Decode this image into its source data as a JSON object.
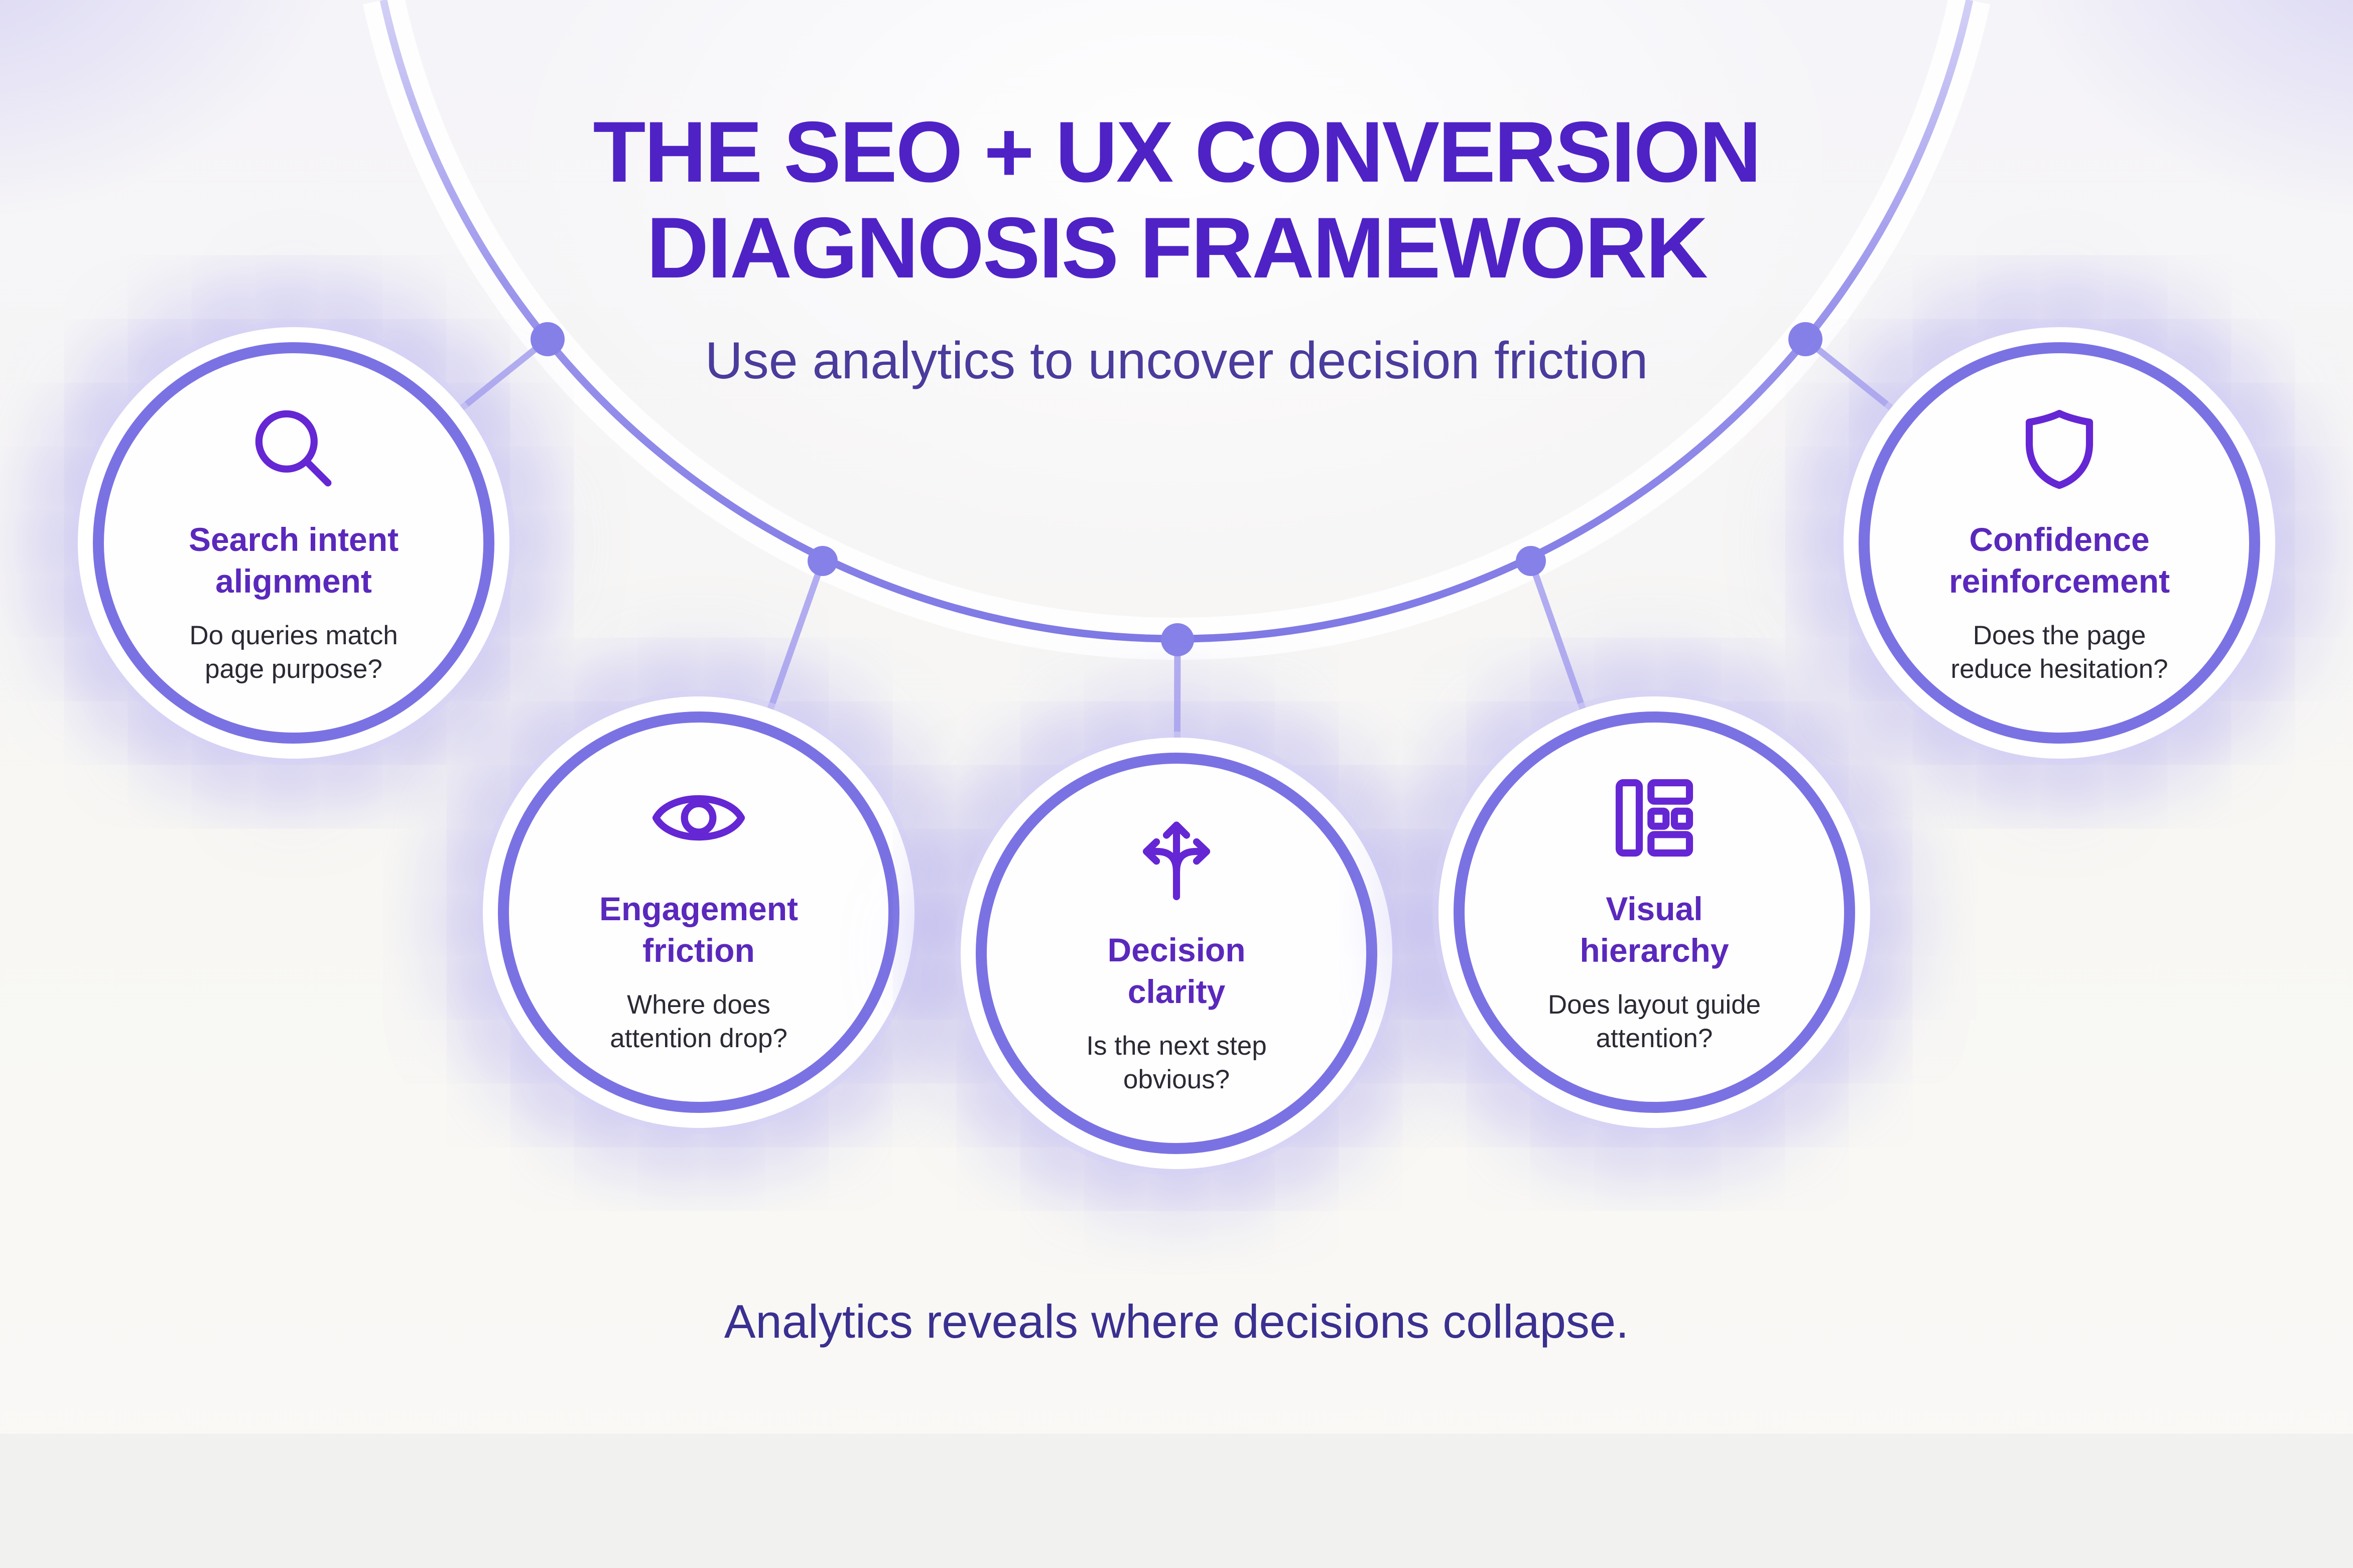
{
  "header": {
    "title": "THE SEO + UX CONVERSION\nDIAGNOSIS FRAMEWORK",
    "subtitle": "Use analytics to uncover decision friction"
  },
  "tagline": "Analytics reveals where decisions collapse.",
  "nodes": [
    {
      "id": "search-intent-alignment",
      "icon": "magnifier-icon",
      "heading": "Search intent\nalignment",
      "question": "Do queries match\npage purpose?"
    },
    {
      "id": "engagement-friction",
      "icon": "eye-icon",
      "heading": "Engagement\nfriction",
      "question": "Where does\nattention drop?"
    },
    {
      "id": "decision-clarity",
      "icon": "branch-arrows-icon",
      "heading": "Decision\nclarity",
      "question": "Is the next step\nobvious?"
    },
    {
      "id": "visual-hierarchy",
      "icon": "layout-icon",
      "heading": "Visual\nhierarchy",
      "question": "Does layout guide\nattention?"
    },
    {
      "id": "confidence-reinforcement",
      "icon": "shield-icon",
      "heading": "Confidence\nreinforcement",
      "question": "Does the page\nreduce hesitation?"
    }
  ],
  "colors": {
    "title": "#4f22c6",
    "subtitle": "#493c9c",
    "tagline": "#3a3090",
    "node_heading": "#5a28bc",
    "node_question": "#2b2933",
    "icon_stroke": "#6526d4",
    "node_ring": "#7a72e3",
    "arc": "#817be6",
    "connector": "#b2adf0",
    "dot": "#8681e8",
    "background": "#f7f6f3",
    "footer_band": "#f1f2f0"
  }
}
